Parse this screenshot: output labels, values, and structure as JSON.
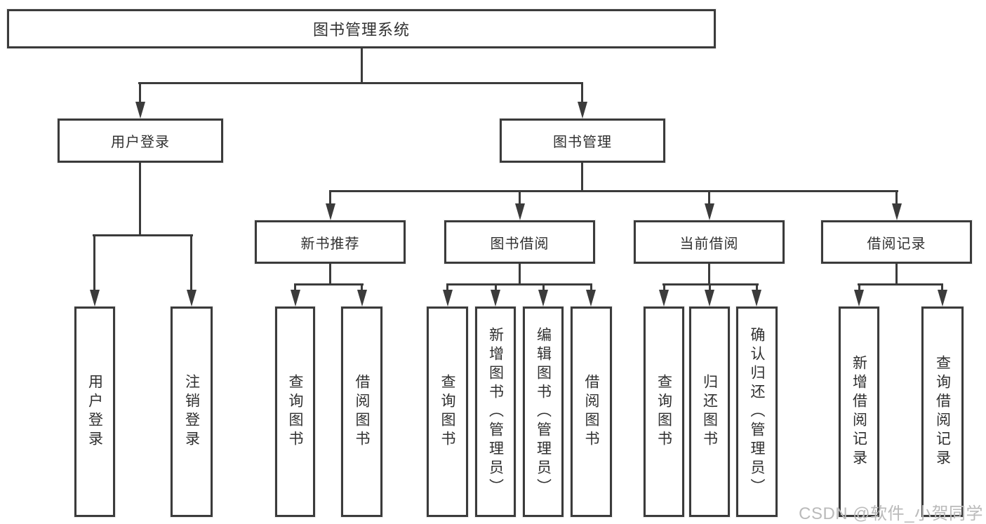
{
  "diagram": {
    "root": {
      "label": "图书管理系统"
    },
    "branches": [
      {
        "label": "用户登录",
        "children": [
          "用户登录",
          "注销登录"
        ]
      },
      {
        "label": "图书管理",
        "children": [
          {
            "label": "新书推荐",
            "children": [
              "查询图书",
              "借阅图书"
            ]
          },
          {
            "label": "图书借阅",
            "children": [
              "查询图书",
              "新增图书（管理员）",
              "编辑图书（管理员）",
              "借阅图书"
            ]
          },
          {
            "label": "当前借阅",
            "children": [
              "查询图书",
              "归还图书",
              "确认归还（管理员）"
            ]
          },
          {
            "label": "借阅记录",
            "children": [
              "新增借阅记录",
              "查询借阅记录"
            ]
          }
        ]
      }
    ]
  },
  "watermark": {
    "text": "CSDN @软件_小贺同学"
  },
  "colors": {
    "line": "#3b3b3b",
    "text": "#303030",
    "watermark": "#bababa",
    "background": "#ffffff"
  }
}
